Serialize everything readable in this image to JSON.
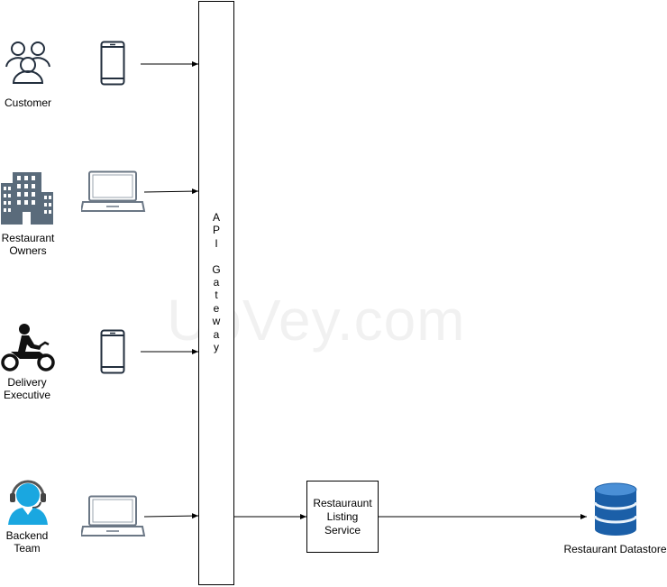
{
  "watermark": "UpVey.com",
  "actors": [
    {
      "label": "Customer",
      "icon": "users-icon",
      "device": "mobile-phone-icon"
    },
    {
      "label": "Restaurant\nOwners",
      "icon": "building-icon",
      "device": "laptop-icon"
    },
    {
      "label": "Delivery\nExecutive",
      "icon": "motorbike-rider-icon",
      "device": "mobile-phone-icon"
    },
    {
      "label": "Backend\nTeam",
      "icon": "support-agent-icon",
      "device": "laptop-icon"
    }
  ],
  "gateway": {
    "letters": [
      "A",
      "P",
      "I",
      "",
      "G",
      "a",
      "t",
      "e",
      "w",
      "a",
      "y"
    ]
  },
  "service": {
    "label": "Restauraunt\nListing\nService"
  },
  "datastore": {
    "label": "Restaurant Datastore",
    "icon": "database-icon"
  },
  "colors": {
    "line": "#000000",
    "device_stroke": "#232f3e",
    "building": "#5a6b7b",
    "agent": "#1aa7e0",
    "db": "#1b5fa8"
  }
}
